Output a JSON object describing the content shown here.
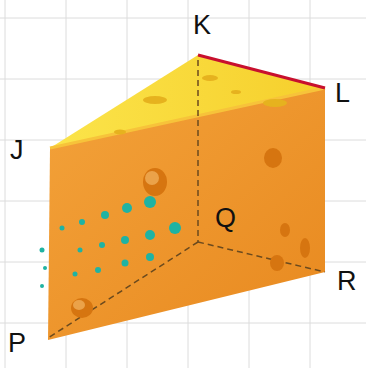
{
  "diagram": {
    "labels": [
      "K",
      "L",
      "J",
      "Q",
      "R",
      "P"
    ]
  }
}
